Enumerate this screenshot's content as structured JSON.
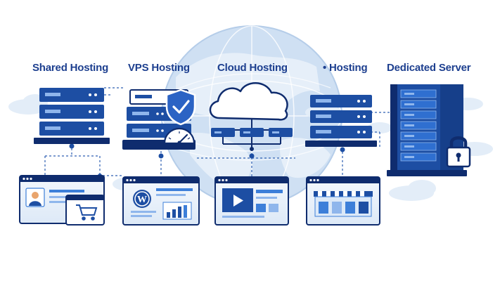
{
  "labels": {
    "shared": "Shared Hosting",
    "vps": "VPS Hosting",
    "cloud": "Cloud Hosting",
    "hosting": "• Hosting",
    "dedicated": "Dedicated Server"
  },
  "colors": {
    "primary": "#1d4ea3",
    "dark": "#0f2c6e",
    "light_blue": "#dce9f8",
    "globe": "#c4d9f0",
    "accent": "#3d7fd9"
  },
  "icons": [
    "globe-icon",
    "server-rack-icon",
    "shield-check-icon",
    "gauge-icon",
    "cloud-icon",
    "padlock-icon",
    "wordpress-icon",
    "play-video-icon",
    "shopping-cart-icon",
    "user-profile-icon",
    "storefront-icon",
    "bar-chart-icon"
  ]
}
